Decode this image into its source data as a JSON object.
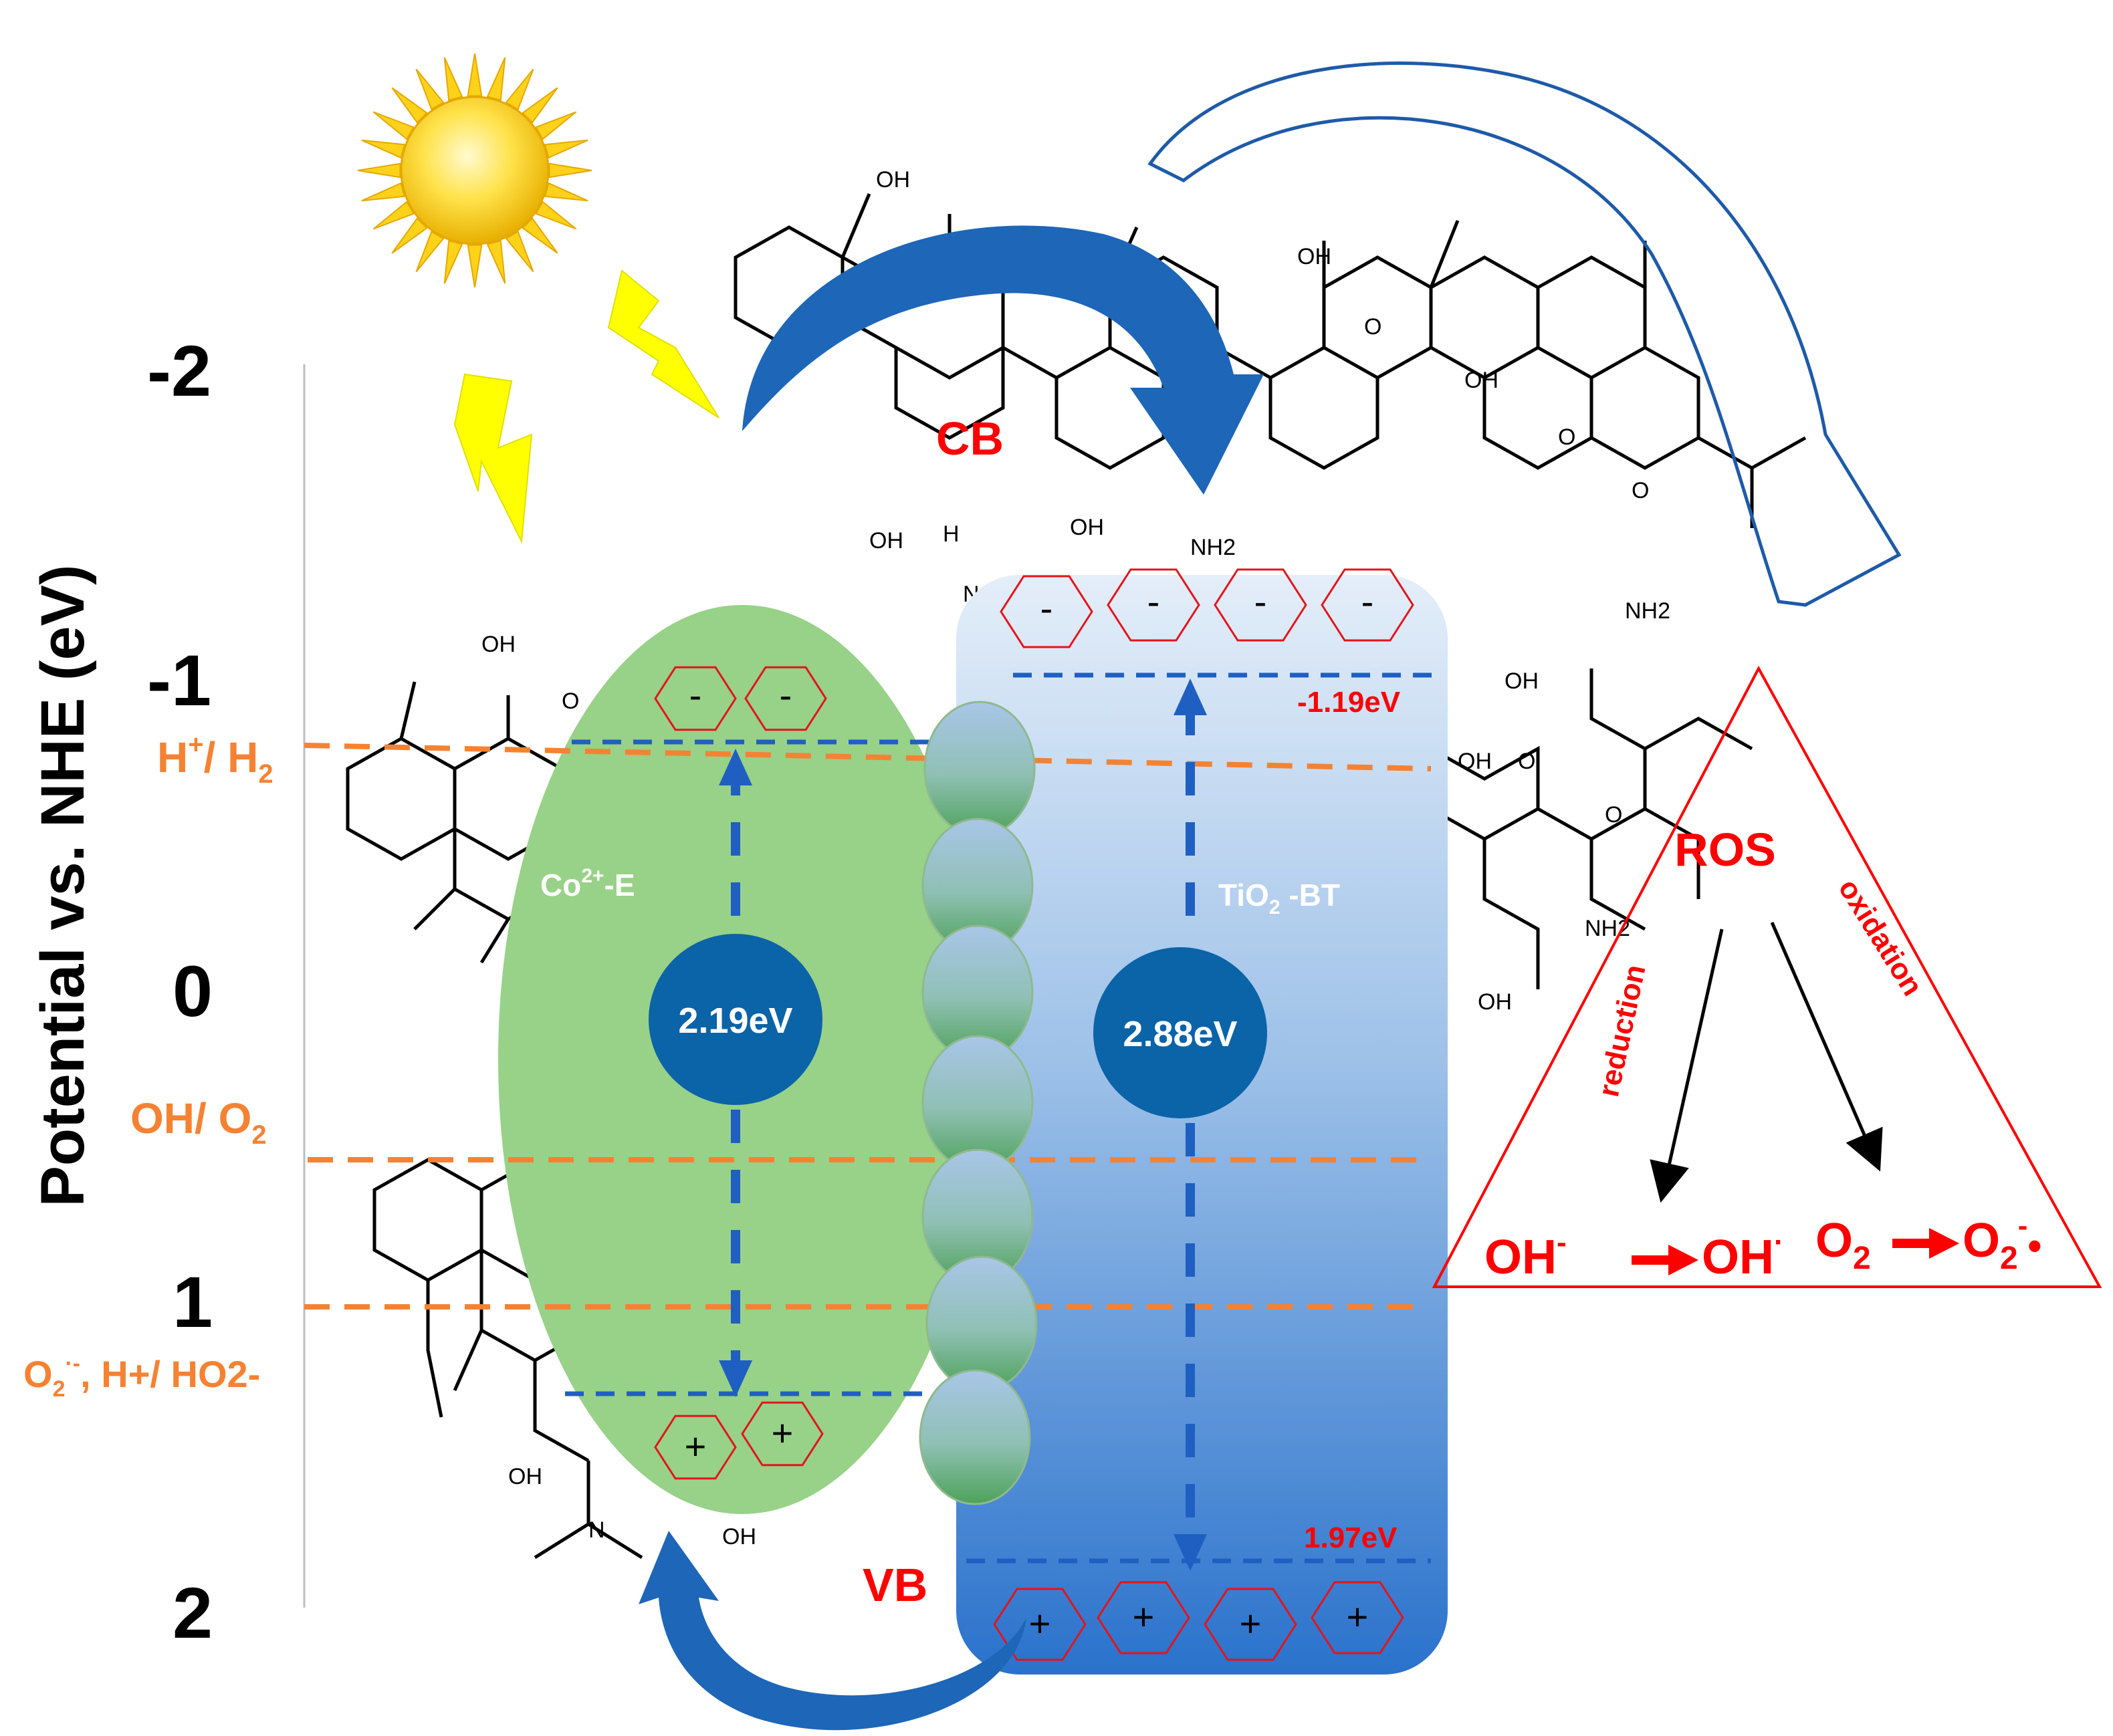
{
  "axis": {
    "title": "Potential vs. NHE (eV)",
    "ticks": [
      {
        "value": -2,
        "label": "-2"
      },
      {
        "value": -1,
        "label": "-1"
      },
      {
        "value": 0,
        "label": "0"
      },
      {
        "value": 1,
        "label": "1"
      },
      {
        "value": 2,
        "label": "2"
      }
    ]
  },
  "redox_levels": [
    {
      "id": "h-h2",
      "main": "H",
      "sup1": "+",
      "rest": "/ H",
      "sub": "2",
      "sup2": "",
      "tail": ""
    },
    {
      "id": "oh-o2",
      "main": "OH/ O",
      "sup1": "",
      "rest": "",
      "sub": "2",
      "sup2": "",
      "tail": ""
    },
    {
      "id": "o2-ho2",
      "main": "O",
      "sup1": "",
      "rest": "",
      "sub": "2",
      "sup2": "·-",
      "tail": ", H+/ HO2-"
    }
  ],
  "labels": {
    "cb": "CB",
    "vb": "VB",
    "co_e": {
      "main": "Co",
      "sup": "2+",
      "rest": "-E"
    },
    "tio2": {
      "main": "TiO",
      "sub": "2",
      "rest": " -BT"
    },
    "gap_co": "2.19eV",
    "gap_tio2": "2.88eV",
    "cb_energy": "-1.19eV",
    "vb_energy": "1.97eV"
  },
  "carriers": {
    "electron": "-",
    "hole": "+"
  },
  "ros": {
    "title": "ROS",
    "reduction": "reduction",
    "oxidation": "oxidation",
    "reaction_left": {
      "a": "OH",
      "a_sup": "-",
      "b": "OH",
      "b_sup": "·"
    },
    "reaction_right": {
      "a": "O",
      "a_sub": "2",
      "b": "O",
      "b_sub": "2",
      "b_sup": "-",
      "b_dot": "•"
    }
  },
  "molecule_labels": {
    "oh": "OH",
    "o": "O",
    "h": "H",
    "nh2": "NH2",
    "n": "N"
  },
  "colors": {
    "orange": "#f58233",
    "blue_dash": "#1f5fc2",
    "ellipse_green": "#98d188",
    "cb_red": "#ff0000",
    "hex_red": "#e3141b",
    "ellipse_blue": "#0b63a8",
    "arrow_blue": "#1e66b8"
  }
}
